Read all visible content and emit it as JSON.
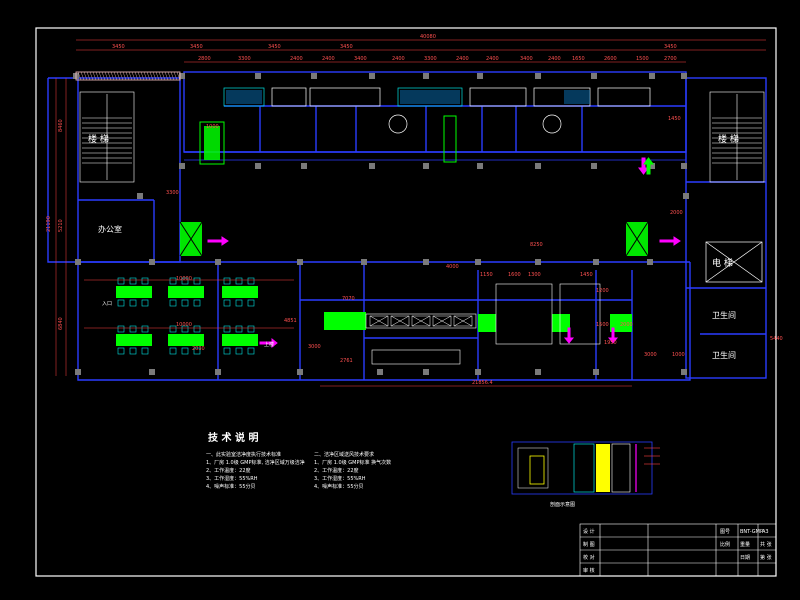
{
  "colors": {
    "background": "#000000",
    "frame": "#ffffff",
    "wall": "#2a3cff",
    "dimension": "#ff4040",
    "equipment_green": "#00ff00",
    "chair_cyan": "#00e5e5",
    "arrow_magenta": "#ff00ff",
    "hatch": "#ffc8c8"
  },
  "dimensions_top": [
    "40080",
    "3450",
    "3450",
    "3450",
    "3450",
    "3450"
  ],
  "dimensions_top_inner": [
    "2800",
    "3300",
    "2400",
    "2400",
    "3400",
    "2400",
    "3300",
    "2400",
    "2400",
    "3400",
    "2400",
    "1650",
    "2600",
    "1500",
    "2700"
  ],
  "dimensions_left": [
    "21190",
    "8460",
    "5210",
    "6840"
  ],
  "dimensions_misc": [
    "10000",
    "1000",
    "3300",
    "2000",
    "1450",
    "8250",
    "4000",
    "1150",
    "1600",
    "1300",
    "1450",
    "1200",
    "10000",
    "2030",
    "4851",
    "3000",
    "7070",
    "21856.4",
    "1500",
    "2000",
    "1950",
    "3000",
    "2761",
    "1000",
    "5440"
  ],
  "rooms": {
    "stair_left": "楼 梯",
    "stair_right": "楼 梯",
    "office": "办公室",
    "elevator": "电 梯",
    "toilet_top": "卫生间",
    "toilet_bottom": "卫生间",
    "entry_left": "入口",
    "entry_right": "上楼"
  },
  "notes": {
    "title": "技 术 说 明",
    "left": [
      "一、此实验室洁净度执行技术标准",
      "1、厂房 1.0级 GMP标准, 洁净区域万级洁净",
      "2、工作温度：22度",
      "3、工作湿度：55%RH",
      "4、噪声标准：55分贝"
    ],
    "right": [
      "二、洁净区域送风技术要求",
      "1、厂房 1.0级 GMP标准 换气次数",
      "2、工作温度：22度",
      "3、工作湿度：55%RH",
      "4、噪声标准：55分贝"
    ]
  },
  "section_caption": "剖面示意图",
  "title_block": {
    "rows_left": [
      "设 计",
      "制 图",
      "校 对",
      "审 核"
    ],
    "drawing_no_label": "图号",
    "drawing_no": "BNT-GMP",
    "sheet": "A3",
    "scale_labels": [
      "比例",
      "重量",
      "共 张",
      "第 张"
    ],
    "date_label": "日期"
  }
}
